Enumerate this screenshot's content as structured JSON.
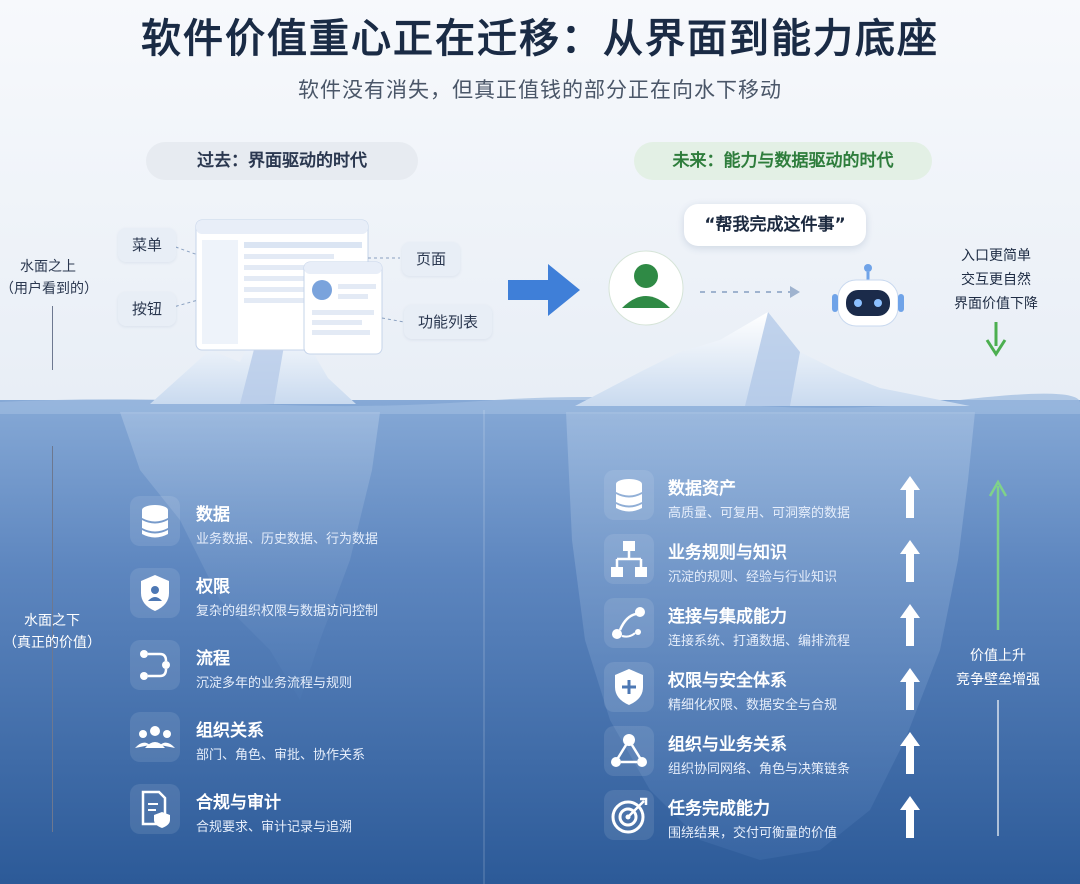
{
  "title": "软件价值重心正在迁移：从界面到能力底座",
  "subtitle": "软件没有消失，但真正值钱的部分正在向水下移动",
  "past": {
    "era_label": "过去：界面驱动的时代",
    "callouts": {
      "menu": "菜单",
      "button": "按钮",
      "page": "页面",
      "feature_list": "功能列表"
    },
    "above_water": [
      "水面之上",
      "（用户看到的）"
    ],
    "below_water": [
      "水面之下",
      "（真正的价值）"
    ],
    "items": [
      {
        "title": "数据",
        "desc": "业务数据、历史数据、行为数据",
        "icon": "database-icon"
      },
      {
        "title": "权限",
        "desc": "复杂的组织权限与数据访问控制",
        "icon": "shield-user-icon"
      },
      {
        "title": "流程",
        "desc": "沉淀多年的业务流程与规则",
        "icon": "workflow-icon"
      },
      {
        "title": "组织关系",
        "desc": "部门、角色、审批、协作关系",
        "icon": "people-icon"
      },
      {
        "title": "合规与审计",
        "desc": "合规要求、审计记录与追溯",
        "icon": "document-shield-icon"
      }
    ]
  },
  "future": {
    "era_label": "未来：能力与数据驱动的时代",
    "speech_bubble": "“帮我完成这件事”",
    "right_top": [
      "入口更简单",
      "交互更自然",
      "界面价值下降"
    ],
    "right_bottom": [
      "价值上升",
      "竞争壁垒增强"
    ],
    "items": [
      {
        "title": "数据资产",
        "desc": "高质量、可复用、可洞察的数据",
        "icon": "database-icon"
      },
      {
        "title": "业务规则与知识",
        "desc": "沉淀的规则、经验与行业知识",
        "icon": "hierarchy-icon"
      },
      {
        "title": "连接与集成能力",
        "desc": "连接系统、打通数据、编排流程",
        "icon": "connection-icon"
      },
      {
        "title": "权限与安全体系",
        "desc": "精细化权限、数据安全与合规",
        "icon": "shield-plus-icon"
      },
      {
        "title": "组织与业务关系",
        "desc": "组织协同网络、角色与决策链条",
        "icon": "network-icon"
      },
      {
        "title": "任务完成能力",
        "desc": "围绕结果，交付可衡量的价值",
        "icon": "target-icon"
      }
    ]
  },
  "colors": {
    "water_top": "#7fa3d2",
    "water_bottom": "#2e5c99",
    "accent_green": "#2e7d3c",
    "arrow_blue": "#3f7fd8"
  }
}
